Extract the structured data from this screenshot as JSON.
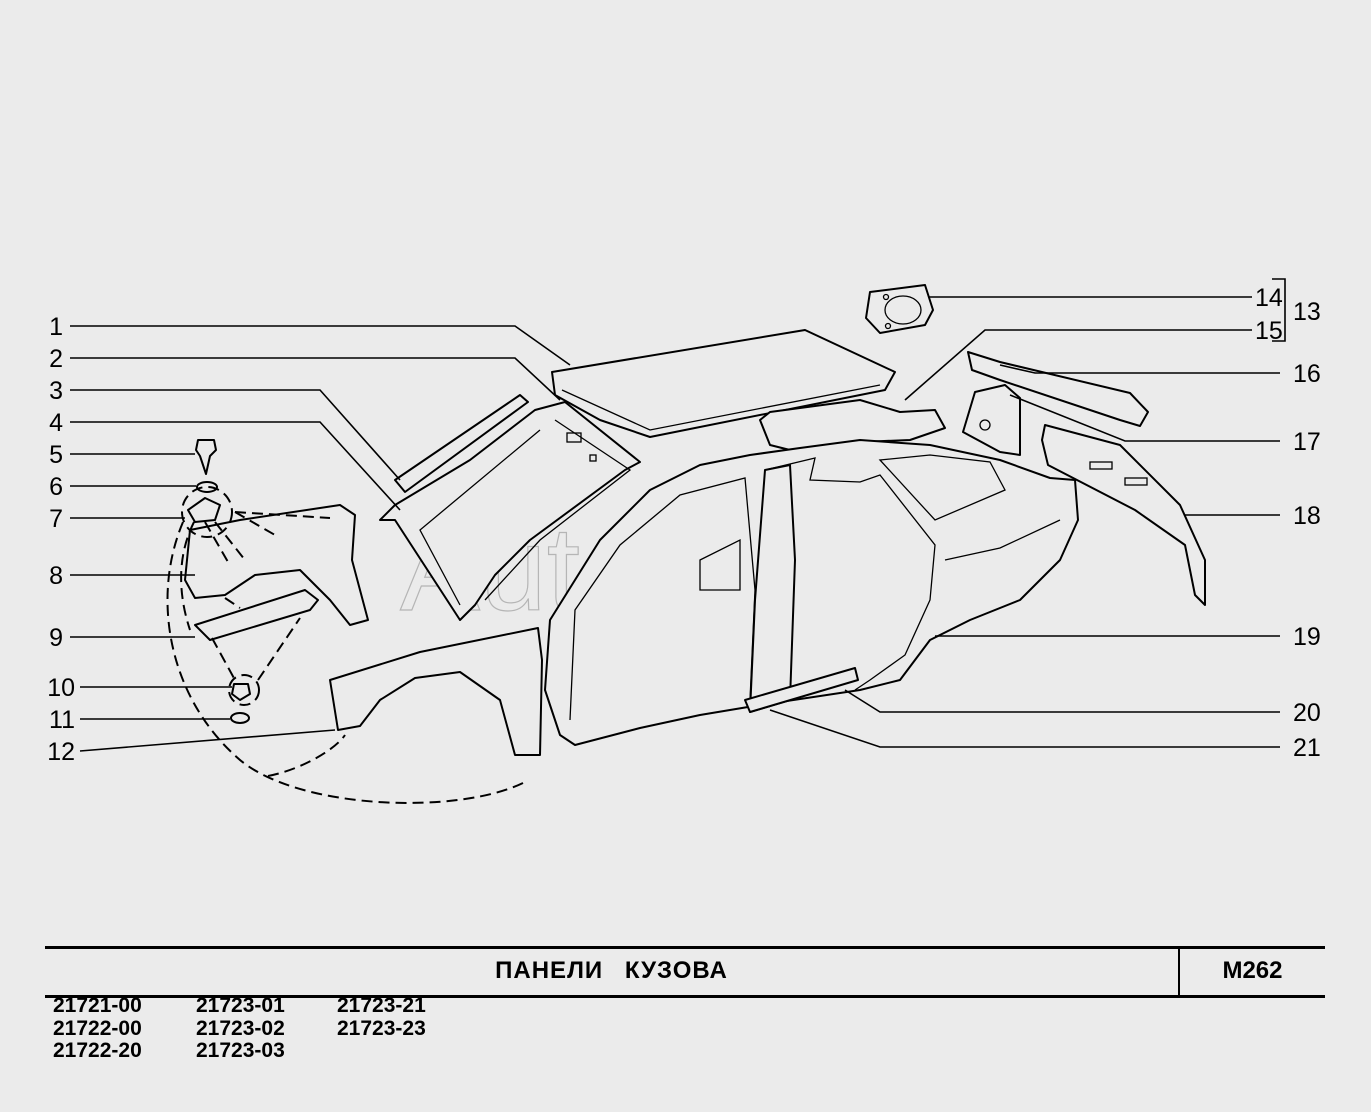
{
  "callouts": [
    {
      "num": "1"
    },
    {
      "num": "2"
    },
    {
      "num": "3"
    },
    {
      "num": "4"
    },
    {
      "num": "5"
    },
    {
      "num": "6"
    },
    {
      "num": "7"
    },
    {
      "num": "8"
    },
    {
      "num": "9"
    },
    {
      "num": "10"
    },
    {
      "num": "11"
    },
    {
      "num": "12"
    },
    {
      "num": "13"
    },
    {
      "num": "14"
    },
    {
      "num": "15"
    },
    {
      "num": "16"
    },
    {
      "num": "17"
    },
    {
      "num": "18"
    },
    {
      "num": "19"
    },
    {
      "num": "20"
    },
    {
      "num": "21"
    }
  ],
  "watermark": "AutoSoft",
  "title": "ПАНЕЛИ   КУЗОВА",
  "sheet_code": "M262",
  "models": [
    [
      "21721-00",
      "21722-00",
      "21722-20"
    ],
    [
      "21723-01",
      "21723-02",
      "21723-03"
    ],
    [
      "21723-21",
      "21723-23"
    ]
  ]
}
